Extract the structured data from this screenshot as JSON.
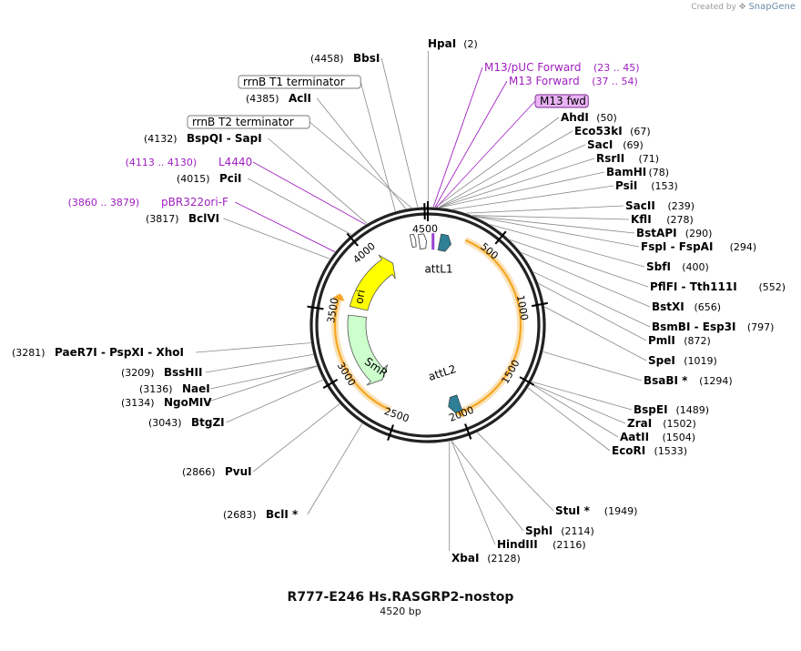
{
  "credit": {
    "prefix": "Created by",
    "brand": "SnapGene"
  },
  "title": "R777-E246 Hs.RASGRP2-nostop",
  "length_label": "4520 bp",
  "length": 4520,
  "ticks": [
    "500",
    "1000",
    "1500",
    "2000",
    "2500",
    "3000",
    "3500",
    "4000",
    "4500"
  ],
  "sites": [
    {
      "name": "HpaI",
      "pos": "(2)",
      "bp": 2
    },
    {
      "name": "AhdI",
      "pos": "(50)",
      "bp": 50
    },
    {
      "name": "Eco53kI",
      "pos": "(67)",
      "bp": 67
    },
    {
      "name": "SacI",
      "pos": "(69)",
      "bp": 69
    },
    {
      "name": "RsrII",
      "pos": "(71)",
      "bp": 71
    },
    {
      "name": "BamHI",
      "pos": "(78)",
      "bp": 78
    },
    {
      "name": "PsiI",
      "pos": "(153)",
      "bp": 153
    },
    {
      "name": "SacII",
      "pos": "(239)",
      "bp": 239
    },
    {
      "name": "KflI",
      "pos": "(278)",
      "bp": 278
    },
    {
      "name": "BstAPI",
      "pos": "(290)",
      "bp": 290
    },
    {
      "name": "FspI - FspAI",
      "pos": "(294)",
      "bp": 294
    },
    {
      "name": "SbfI",
      "pos": "(400)",
      "bp": 400
    },
    {
      "name": "PflFI - Tth111I",
      "pos": "(552)",
      "bp": 552
    },
    {
      "name": "BstXI",
      "pos": "(656)",
      "bp": 656
    },
    {
      "name": "BsmBI - Esp3I",
      "pos": "(797)",
      "bp": 797
    },
    {
      "name": "PmlI",
      "pos": "(872)",
      "bp": 872
    },
    {
      "name": "SpeI",
      "pos": "(1019)",
      "bp": 1019
    },
    {
      "name": "BsaBI *",
      "pos": "(1294)",
      "bp": 1294
    },
    {
      "name": "BspEI",
      "pos": "(1489)",
      "bp": 1489
    },
    {
      "name": "ZraI",
      "pos": "(1502)",
      "bp": 1502
    },
    {
      "name": "AatII",
      "pos": "(1504)",
      "bp": 1504
    },
    {
      "name": "EcoRI",
      "pos": "(1533)",
      "bp": 1533
    },
    {
      "name": "StuI *",
      "pos": "(1949)",
      "bp": 1949
    },
    {
      "name": "SphI",
      "pos": "(2114)",
      "bp": 2114
    },
    {
      "name": "HindIII",
      "pos": "(2116)",
      "bp": 2116
    },
    {
      "name": "XbaI",
      "pos": "(2128)",
      "bp": 2128
    },
    {
      "name": "BclI *",
      "pos": "(2683)",
      "bp": 2683
    },
    {
      "name": "PvuI",
      "pos": "(2866)",
      "bp": 2866
    },
    {
      "name": "BtgZI",
      "pos": "(3043)",
      "bp": 3043
    },
    {
      "name": "NgoMIV",
      "pos": "(3134)",
      "bp": 3134
    },
    {
      "name": "NaeI",
      "pos": "(3136)",
      "bp": 3136
    },
    {
      "name": "BssHII",
      "pos": "(3209)",
      "bp": 3209
    },
    {
      "name": "PaeR7I - PspXI - XhoI",
      "pos": "(3281)",
      "bp": 3281
    },
    {
      "name": "BclVI",
      "pos": "(3817)",
      "bp": 3817
    },
    {
      "name": "PciI",
      "pos": "(4015)",
      "bp": 4015
    },
    {
      "name": "BspQI - SapI",
      "pos": "(4132)",
      "bp": 4132
    },
    {
      "name": "AclI",
      "pos": "(4385)",
      "bp": 4385
    },
    {
      "name": "BbsI",
      "pos": "(4458)",
      "bp": 4458
    }
  ],
  "primers": [
    {
      "name": "M13/pUC Forward",
      "pos": "(23 .. 45)",
      "bp": 34
    },
    {
      "name": "M13 Forward",
      "pos": "(37 .. 54)",
      "bp": 45
    },
    {
      "name": "L4440",
      "pos": "(4113 .. 4130)",
      "bp": 4121
    },
    {
      "name": "pBR322ori-F",
      "pos": "(3860 .. 3879)",
      "bp": 3870
    }
  ],
  "boxed_features": [
    {
      "name": "M13 fwd",
      "bp": 55,
      "highlight": true
    },
    {
      "name": "rrnB T1 terminator",
      "bp": 4320,
      "highlight": false
    },
    {
      "name": "rrnB T2 terminator",
      "bp": 4420,
      "highlight": false
    }
  ],
  "features": [
    {
      "name": "attL1",
      "start": 90,
      "end": 190,
      "color": "#2f7f96"
    },
    {
      "name": "attL2",
      "start": 1970,
      "end": 2070,
      "color": "#2f7f96"
    },
    {
      "name": "ori",
      "start": 3560,
      "end": 4150,
      "color": "#ffff00"
    },
    {
      "name": "SmR",
      "start": 2760,
      "end": 3480,
      "color": "#ccffcc"
    }
  ],
  "colors": {
    "accent": "#a020c0",
    "insert": "#f5a623",
    "backbone": "#222222"
  }
}
